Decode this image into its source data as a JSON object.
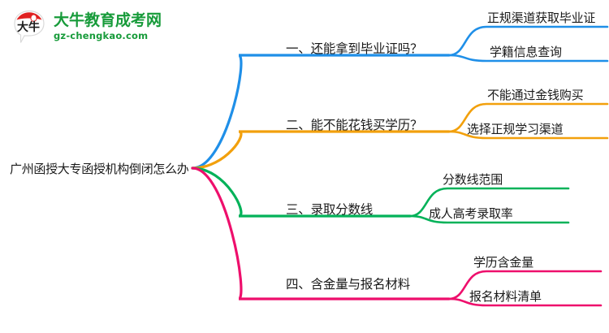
{
  "logo": {
    "mark_text": "大牛",
    "title": "大牛教育成考网",
    "subtitle": "gz-chengkao.com",
    "brand_color": "#179b3a",
    "mark_accent_color": "#e02020"
  },
  "mindmap": {
    "root": {
      "label": "广州函授大专函授机构倒闭怎么办"
    },
    "branches": [
      {
        "label": "一、还能拿到毕业证吗？",
        "color": "#1f8fe8",
        "children": [
          {
            "label": "正规渠道获取毕业证"
          },
          {
            "label": "学籍信息查询"
          }
        ]
      },
      {
        "label": "二、能不能花钱买学历？",
        "color": "#f2a00c",
        "children": [
          {
            "label": "不能通过金钱购买"
          },
          {
            "label": "选择正规学习渠道"
          }
        ]
      },
      {
        "label": "三、录取分数线",
        "color": "#03b259",
        "children": [
          {
            "label": "分数线范围"
          },
          {
            "label": "成人高考录取率"
          }
        ]
      },
      {
        "label": "四、含金量与报名材料",
        "color": "#ee0f6c",
        "children": [
          {
            "label": "学历含金量"
          },
          {
            "label": "报名材料清单"
          }
        ]
      }
    ]
  }
}
